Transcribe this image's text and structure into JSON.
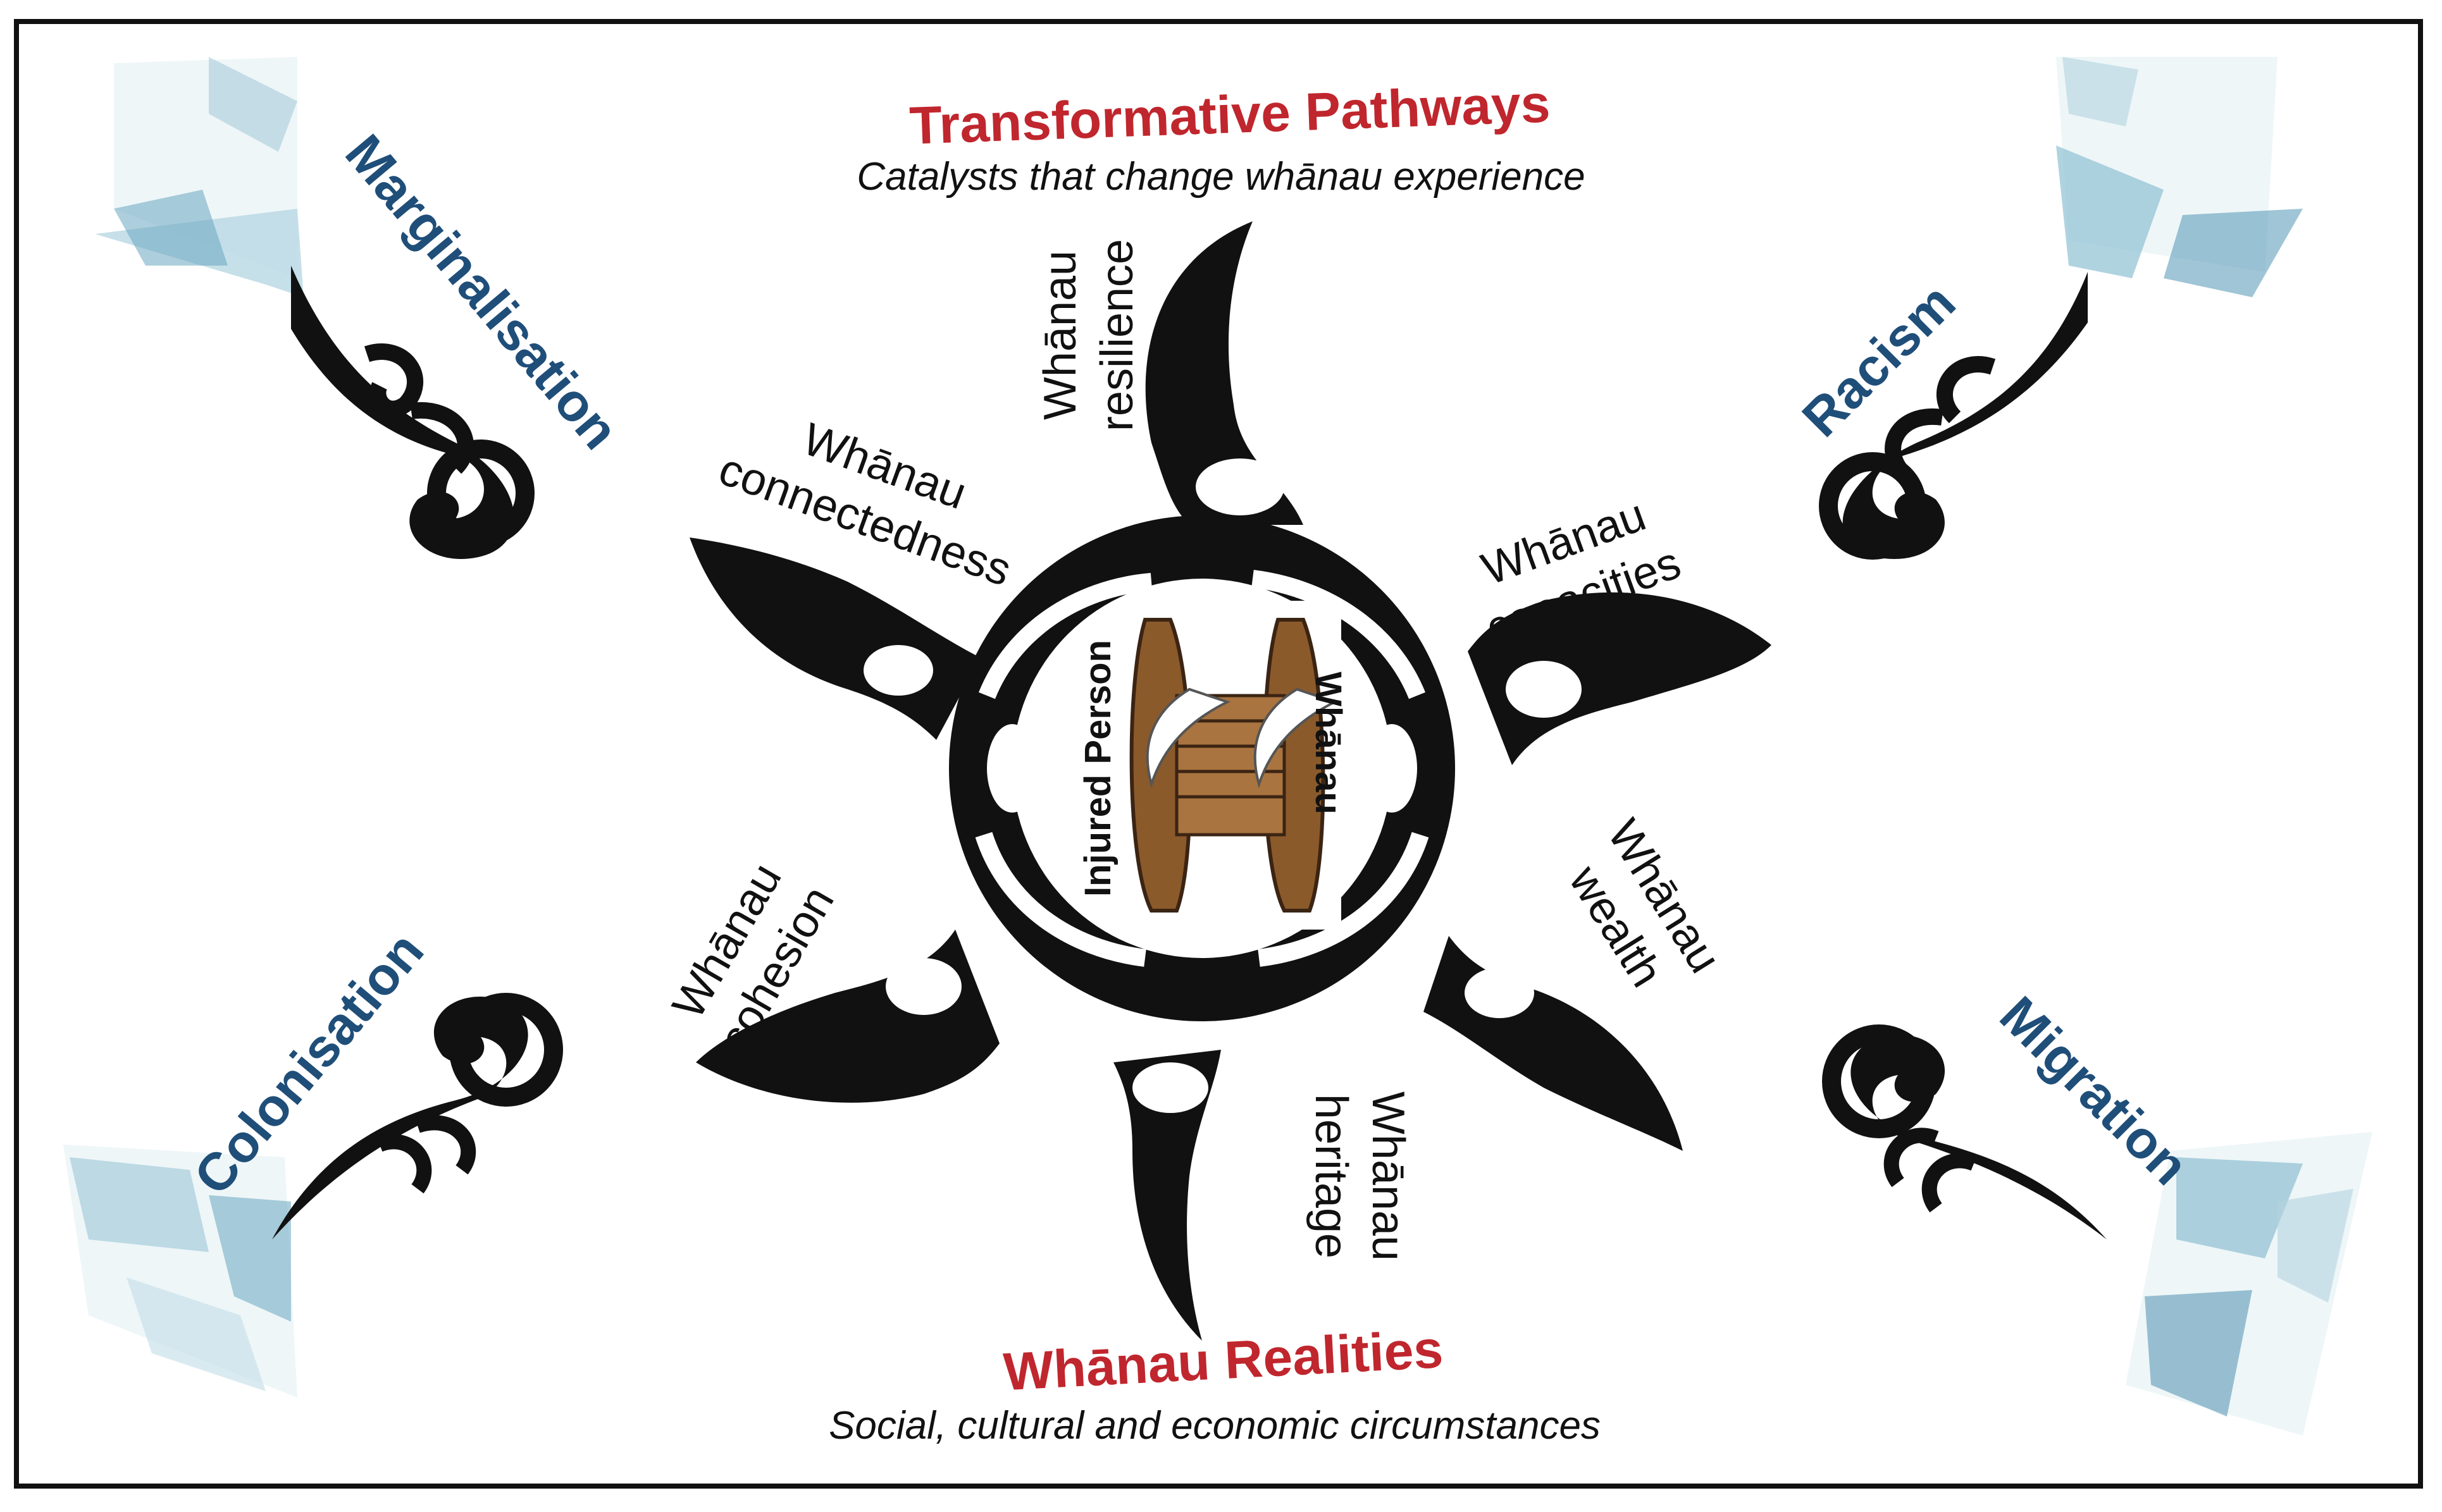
{
  "top": {
    "title": "Transformative Pathways",
    "subtitle": "Catalysts that change whānau experience"
  },
  "bottom": {
    "title": "Whānau Realities",
    "subtitle": "Social, cultural and economic circumstances"
  },
  "center": {
    "left_label": "Injured Person",
    "right_label": "Whānau"
  },
  "pathways": [
    {
      "id": "resilience",
      "line1": "Whānau",
      "line2": "resilience"
    },
    {
      "id": "capacities",
      "line1": "Whānau",
      "line2": "capacities"
    },
    {
      "id": "wealth",
      "line1": "Whānau",
      "line2": "wealth"
    },
    {
      "id": "heritage",
      "line1": "Whānau",
      "line2": "heritage"
    },
    {
      "id": "cohesion",
      "line1": "Whānau",
      "line2": "cohesion"
    },
    {
      "id": "connectedness",
      "line1": "Whānau",
      "line2": "connectedness"
    }
  ],
  "forces": {
    "marginalisation": "Marginalisation",
    "racism": "Racism",
    "colonisation": "Colonisation",
    "migration": "Migration"
  },
  "colors": {
    "red_title": "#c0262d",
    "blue_label": "#1f4e79",
    "ink": "#111111",
    "waka": "#8b5a2b"
  }
}
